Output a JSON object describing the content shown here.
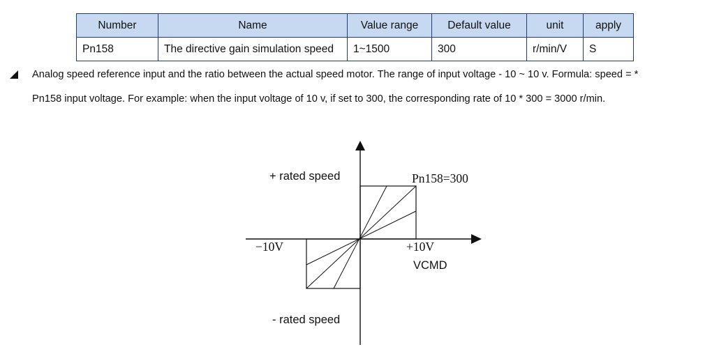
{
  "table": {
    "headers": [
      "Number",
      "Name",
      "Value range",
      "Default value",
      "unit",
      "apply"
    ],
    "row": [
      "Pn158",
      "The directive gain simulation speed",
      "1~1500",
      "300",
      "r/min/V",
      "S"
    ]
  },
  "description": {
    "line1": "Analog speed reference input and the ratio between the actual speed motor. The range of input voltage - 10 ~ 10 v. Formula: speed = *",
    "line2": "Pn158 input voltage. For example: when the input voltage of 10 v, if set to 300, the corresponding rate of 10 * 300 = 3000 r/min."
  },
  "diagram": {
    "pos_rated_speed": "+ rated speed",
    "neg_rated_speed": "- rated speed",
    "param_label": "Pn158=300",
    "neg_voltage": "−10V",
    "pos_voltage": "+10V",
    "axis_label": "VCMD"
  }
}
